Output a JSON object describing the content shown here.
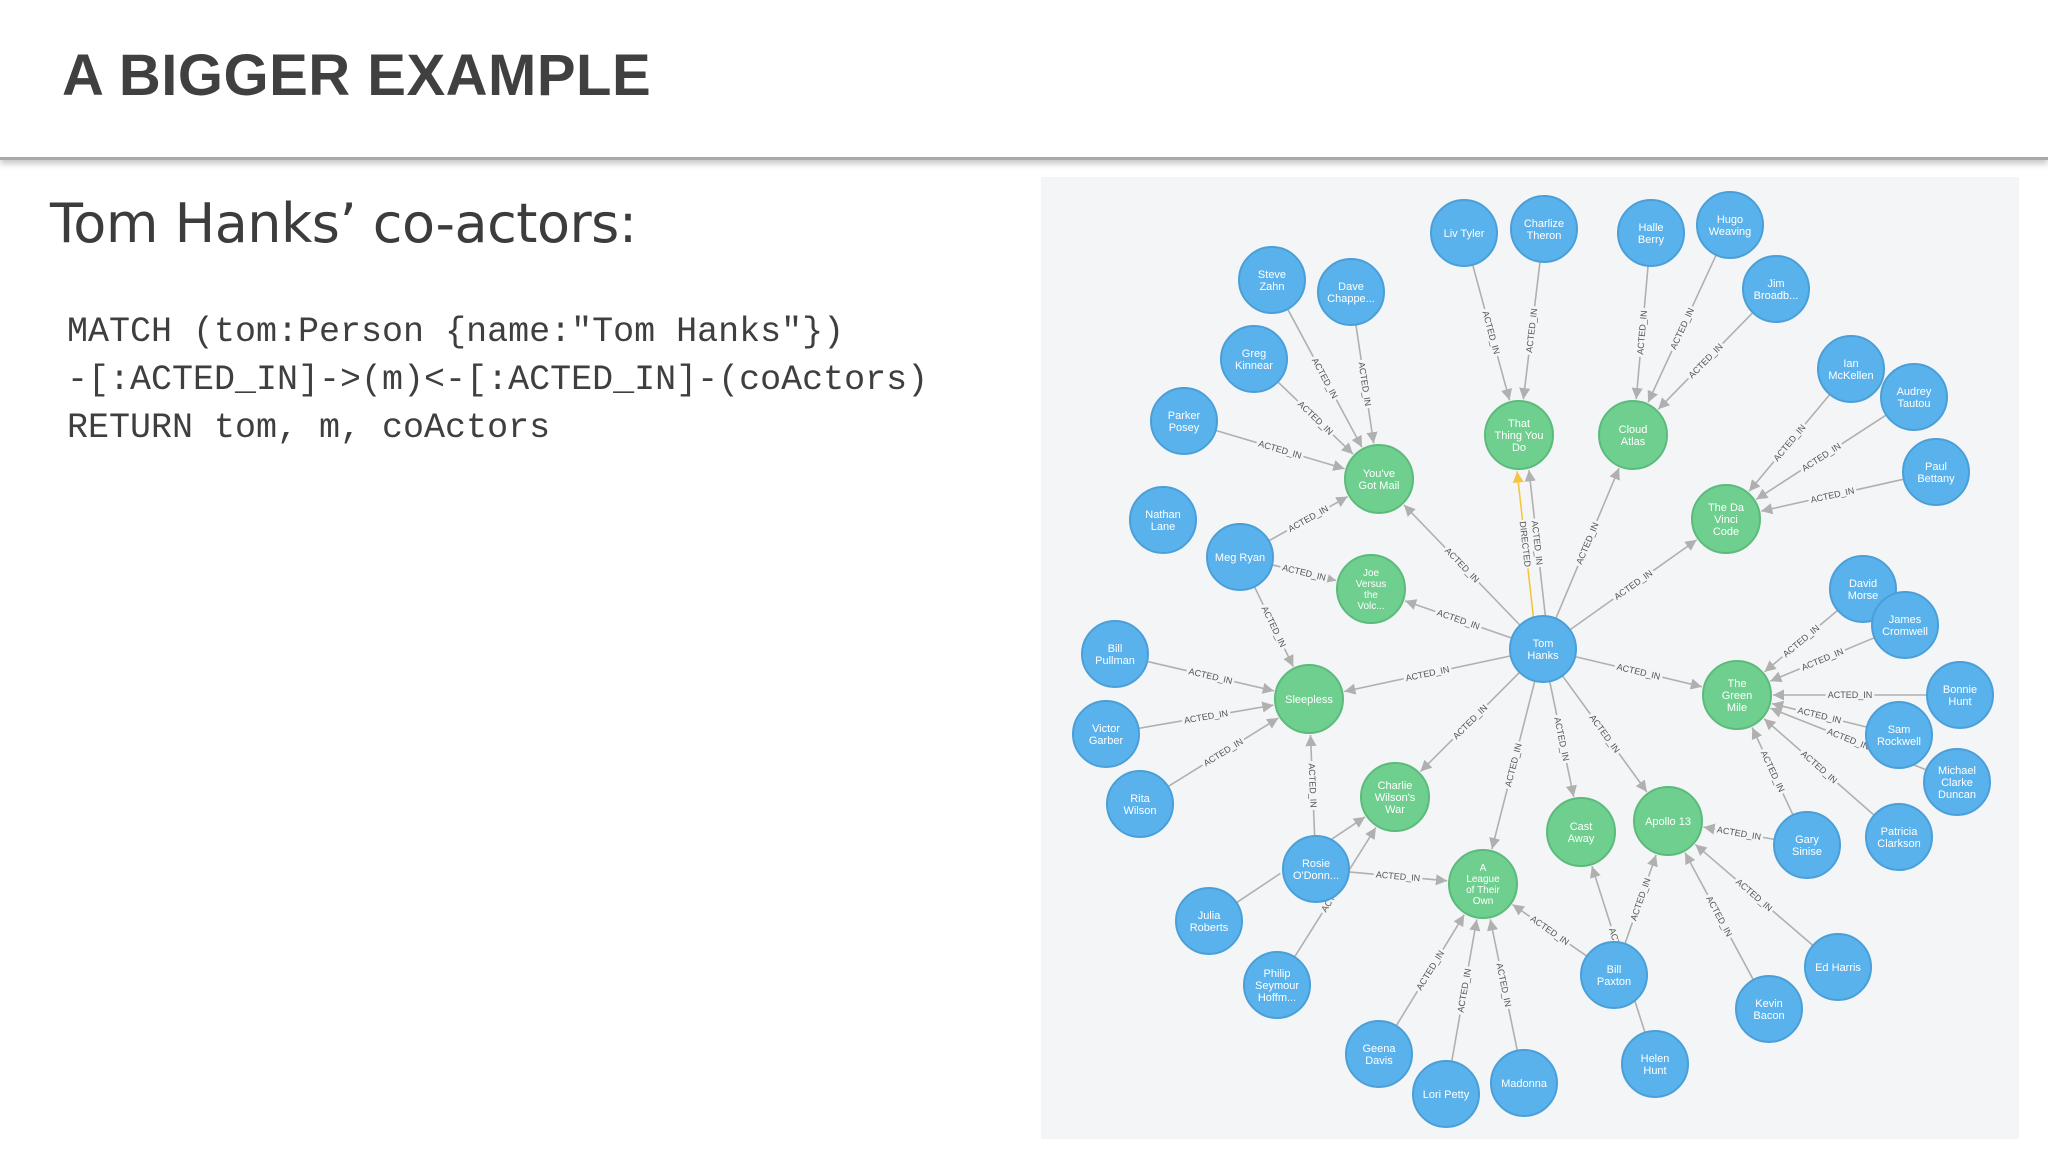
{
  "slide": {
    "title": "A BIGGER EXAMPLE",
    "subtitle": "Tom Hanks’ co-actors:",
    "code_lines": [
      "MATCH (tom:Person {name:\"Tom Hanks\"})",
      "-[:ACTED_IN]->(m)<-[:ACTED_IN]-(coActors)",
      "RETURN tom, m, coActors"
    ]
  },
  "graph": {
    "colors": {
      "person": "#5ab2ec",
      "person_stroke": "#4a9fd8",
      "movie": "#6fcf8f",
      "movie_stroke": "#5cbb7c",
      "edge": "#b0b0b0",
      "edge_directed": "#f5c542",
      "background": "#f4f5f7"
    },
    "center": "tom",
    "nodes": [
      {
        "id": "tom",
        "type": "person",
        "lines": [
          "Tom",
          "Hanks"
        ]
      },
      {
        "id": "thatthing",
        "type": "movie",
        "lines": [
          "That",
          "Thing You",
          "Do"
        ]
      },
      {
        "id": "cloud",
        "type": "movie",
        "lines": [
          "Cloud",
          "Atlas"
        ]
      },
      {
        "id": "davinci",
        "type": "movie",
        "lines": [
          "The Da",
          "Vinci",
          "Code"
        ]
      },
      {
        "id": "greenmile",
        "type": "movie",
        "lines": [
          "The",
          "Green",
          "Mile"
        ]
      },
      {
        "id": "apollo",
        "type": "movie",
        "lines": [
          "Apollo 13"
        ]
      },
      {
        "id": "castaway",
        "type": "movie",
        "lines": [
          "Cast",
          "Away"
        ]
      },
      {
        "id": "league",
        "type": "movie",
        "lines": [
          "A",
          "League",
          "of Their",
          "Own"
        ]
      },
      {
        "id": "charlie",
        "type": "movie",
        "lines": [
          "Charlie",
          "Wilson's",
          "War"
        ]
      },
      {
        "id": "sleepless",
        "type": "movie",
        "lines": [
          "Sleepless"
        ]
      },
      {
        "id": "joe",
        "type": "movie",
        "lines": [
          "Joe",
          "Versus",
          "the",
          "Volc..."
        ]
      },
      {
        "id": "yougotmail",
        "type": "movie",
        "lines": [
          "You've",
          "Got Mail"
        ]
      },
      {
        "id": "livtyler",
        "type": "person",
        "lines": [
          "Liv Tyler"
        ]
      },
      {
        "id": "charlize",
        "type": "person",
        "lines": [
          "Charlize",
          "Theron"
        ]
      },
      {
        "id": "halle",
        "type": "person",
        "lines": [
          "Halle",
          "Berry"
        ]
      },
      {
        "id": "hugo",
        "type": "person",
        "lines": [
          "Hugo",
          "Weaving"
        ]
      },
      {
        "id": "jim",
        "type": "person",
        "lines": [
          "Jim",
          "Broadb..."
        ]
      },
      {
        "id": "ian",
        "type": "person",
        "lines": [
          "Ian",
          "McKellen"
        ]
      },
      {
        "id": "audrey",
        "type": "person",
        "lines": [
          "Audrey",
          "Tautou"
        ]
      },
      {
        "id": "paul",
        "type": "person",
        "lines": [
          "Paul",
          "Bettany"
        ]
      },
      {
        "id": "david",
        "type": "person",
        "lines": [
          "David",
          "Morse"
        ]
      },
      {
        "id": "james",
        "type": "person",
        "lines": [
          "James",
          "Cromwell"
        ]
      },
      {
        "id": "bonnie",
        "type": "person",
        "lines": [
          "Bonnie",
          "Hunt"
        ]
      },
      {
        "id": "sam",
        "type": "person",
        "lines": [
          "Sam",
          "Rockwell"
        ]
      },
      {
        "id": "michael",
        "type": "person",
        "lines": [
          "Michael",
          "Clarke",
          "Duncan"
        ]
      },
      {
        "id": "patricia",
        "type": "person",
        "lines": [
          "Patricia",
          "Clarkson"
        ]
      },
      {
        "id": "gary",
        "type": "person",
        "lines": [
          "Gary",
          "Sinise"
        ]
      },
      {
        "id": "edharris",
        "type": "person",
        "lines": [
          "Ed Harris"
        ]
      },
      {
        "id": "kevin",
        "type": "person",
        "lines": [
          "Kevin",
          "Bacon"
        ]
      },
      {
        "id": "helen",
        "type": "person",
        "lines": [
          "Helen",
          "Hunt"
        ]
      },
      {
        "id": "bill",
        "type": "person",
        "lines": [
          "Bill",
          "Paxton"
        ]
      },
      {
        "id": "madonna",
        "type": "person",
        "lines": [
          "Madonna"
        ]
      },
      {
        "id": "lori",
        "type": "person",
        "lines": [
          "Lori Petty"
        ]
      },
      {
        "id": "geena",
        "type": "person",
        "lines": [
          "Geena",
          "Davis"
        ]
      },
      {
        "id": "philip",
        "type": "person",
        "lines": [
          "Philip",
          "Seymour",
          "Hoffm..."
        ]
      },
      {
        "id": "julia",
        "type": "person",
        "lines": [
          "Julia",
          "Roberts"
        ]
      },
      {
        "id": "rosie",
        "type": "person",
        "lines": [
          "Rosie",
          "O'Donn..."
        ]
      },
      {
        "id": "rita",
        "type": "person",
        "lines": [
          "Rita",
          "Wilson"
        ]
      },
      {
        "id": "victor",
        "type": "person",
        "lines": [
          "Victor",
          "Garber"
        ]
      },
      {
        "id": "billpullman",
        "type": "person",
        "lines": [
          "Bill",
          "Pullman"
        ]
      },
      {
        "id": "nathan",
        "type": "person",
        "lines": [
          "Nathan",
          "Lane"
        ]
      },
      {
        "id": "meg",
        "type": "person",
        "lines": [
          "Meg Ryan"
        ]
      },
      {
        "id": "parker",
        "type": "person",
        "lines": [
          "Parker",
          "Posey"
        ]
      },
      {
        "id": "greg",
        "type": "person",
        "lines": [
          "Greg",
          "Kinnear"
        ]
      },
      {
        "id": "steve",
        "type": "person",
        "lines": [
          "Steve",
          "Zahn"
        ]
      },
      {
        "id": "dave",
        "type": "person",
        "lines": [
          "Dave",
          "Chappe..."
        ]
      }
    ],
    "edges": [
      {
        "from": "tom",
        "to": "thatthing",
        "label": "DIRECTED",
        "directed": true
      },
      {
        "from": "tom",
        "to": "thatthing",
        "label": "ACTED_IN"
      },
      {
        "from": "tom",
        "to": "cloud",
        "label": "ACTED_IN"
      },
      {
        "from": "tom",
        "to": "davinci",
        "label": "ACTED_IN"
      },
      {
        "from": "tom",
        "to": "greenmile",
        "label": "ACTED_IN"
      },
      {
        "from": "tom",
        "to": "apollo",
        "label": "ACTED_IN"
      },
      {
        "from": "tom",
        "to": "castaway",
        "label": "ACTED_IN"
      },
      {
        "from": "tom",
        "to": "league",
        "label": "ACTED_IN"
      },
      {
        "from": "tom",
        "to": "charlie",
        "label": "ACTED_IN"
      },
      {
        "from": "tom",
        "to": "sleepless",
        "label": "ACTED_IN"
      },
      {
        "from": "tom",
        "to": "joe",
        "label": "ACTED_IN"
      },
      {
        "from": "tom",
        "to": "yougotmail",
        "label": "ACTED_IN"
      },
      {
        "from": "livtyler",
        "to": "thatthing",
        "label": "ACTED_IN"
      },
      {
        "from": "charlize",
        "to": "thatthing",
        "label": "ACTED_IN"
      },
      {
        "from": "halle",
        "to": "cloud",
        "label": "ACTED_IN"
      },
      {
        "from": "hugo",
        "to": "cloud",
        "label": "ACTED_IN"
      },
      {
        "from": "jim",
        "to": "cloud",
        "label": "ACTED_IN"
      },
      {
        "from": "ian",
        "to": "davinci",
        "label": "ACTED_IN"
      },
      {
        "from": "audrey",
        "to": "davinci",
        "label": "ACTED_IN"
      },
      {
        "from": "paul",
        "to": "davinci",
        "label": "ACTED_IN"
      },
      {
        "from": "david",
        "to": "greenmile",
        "label": "ACTED_IN"
      },
      {
        "from": "james",
        "to": "greenmile",
        "label": "ACTED_IN"
      },
      {
        "from": "bonnie",
        "to": "greenmile",
        "label": "ACTED_IN"
      },
      {
        "from": "sam",
        "to": "greenmile",
        "label": "ACTED_IN"
      },
      {
        "from": "michael",
        "to": "greenmile",
        "label": "ACTED_IN"
      },
      {
        "from": "patricia",
        "to": "greenmile",
        "label": "ACTED_IN"
      },
      {
        "from": "gary",
        "to": "greenmile",
        "label": "ACTED_IN"
      },
      {
        "from": "gary",
        "to": "apollo",
        "label": "ACTED_IN"
      },
      {
        "from": "edharris",
        "to": "apollo",
        "label": "ACTED_IN"
      },
      {
        "from": "kevin",
        "to": "apollo",
        "label": "ACTED_IN"
      },
      {
        "from": "bill",
        "to": "apollo",
        "label": "ACTED_IN"
      },
      {
        "from": "helen",
        "to": "castaway",
        "label": "ACTED_IN"
      },
      {
        "from": "bill",
        "to": "league",
        "label": "ACTED_IN"
      },
      {
        "from": "madonna",
        "to": "league",
        "label": "ACTED_IN"
      },
      {
        "from": "lori",
        "to": "league",
        "label": "ACTED_IN"
      },
      {
        "from": "geena",
        "to": "league",
        "label": "ACTED_IN"
      },
      {
        "from": "rosie",
        "to": "league",
        "label": "ACTED_IN"
      },
      {
        "from": "rosie",
        "to": "sleepless",
        "label": "ACTED_IN"
      },
      {
        "from": "philip",
        "to": "charlie",
        "label": "ACTED_IN"
      },
      {
        "from": "julia",
        "to": "charlie",
        "label": "ACTED_IN"
      },
      {
        "from": "rita",
        "to": "sleepless",
        "label": "ACTED_IN"
      },
      {
        "from": "victor",
        "to": "sleepless",
        "label": "ACTED_IN"
      },
      {
        "from": "billpullman",
        "to": "sleepless",
        "label": "ACTED_IN"
      },
      {
        "from": "meg",
        "to": "sleepless",
        "label": "ACTED_IN"
      },
      {
        "from": "meg",
        "to": "joe",
        "label": "ACTED_IN"
      },
      {
        "from": "meg",
        "to": "yougotmail",
        "label": "ACTED_IN"
      },
      {
        "from": "parker",
        "to": "yougotmail",
        "label": "ACTED_IN"
      },
      {
        "from": "greg",
        "to": "yougotmail",
        "label": "ACTED_IN"
      },
      {
        "from": "steve",
        "to": "yougotmail",
        "label": "ACTED_IN"
      },
      {
        "from": "dave",
        "to": "yougotmail",
        "label": "ACTED_IN"
      }
    ]
  }
}
